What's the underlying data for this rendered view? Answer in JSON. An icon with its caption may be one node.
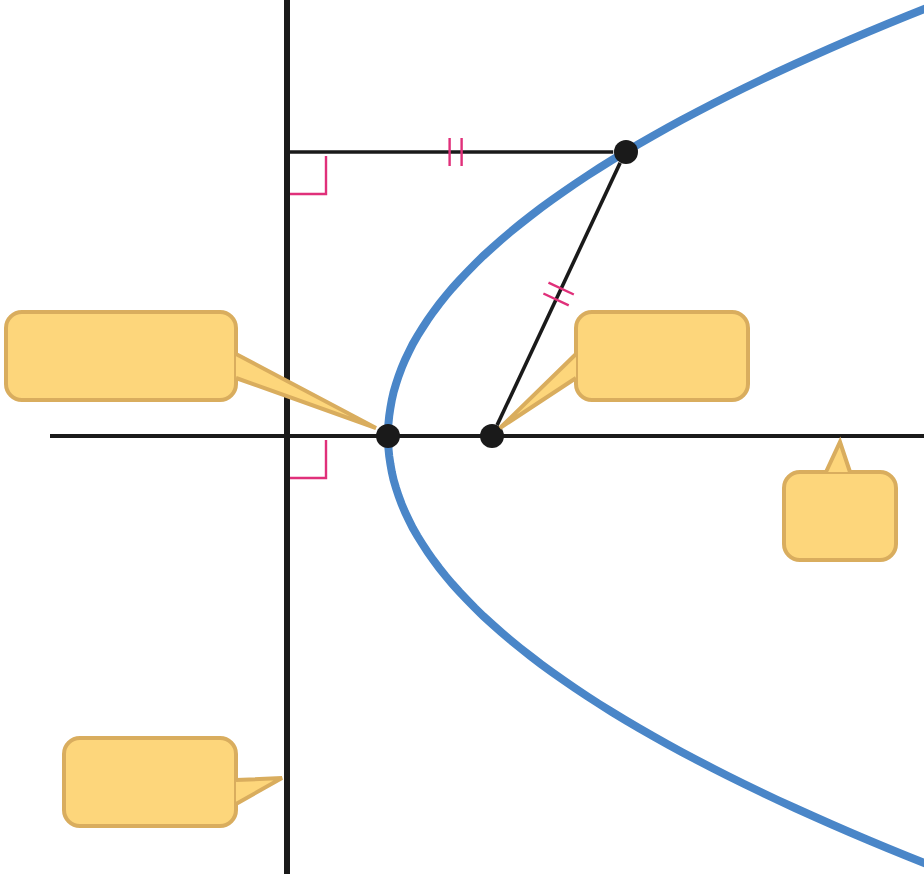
{
  "diagram": {
    "nodes": [
      {
        "text": [],
        "shape": "callout"
      },
      {
        "text": [],
        "shape": "callout"
      },
      {
        "text": [],
        "shape": "callout"
      },
      {
        "text": [],
        "shape": "callout"
      },
      {
        "text": [],
        "shape": "circle"
      },
      {
        "text": [],
        "shape": "circle"
      },
      {
        "text": [],
        "shape": "circle"
      },
      {
        "text": [],
        "shape": "bar"
      },
      {
        "text": [],
        "shape": "bar"
      }
    ],
    "edges": [
      {
        "from": 6,
        "to": 5,
        "arrow": "none"
      },
      {
        "from": 6,
        "to": 7,
        "arrow": "none"
      }
    ]
  }
}
